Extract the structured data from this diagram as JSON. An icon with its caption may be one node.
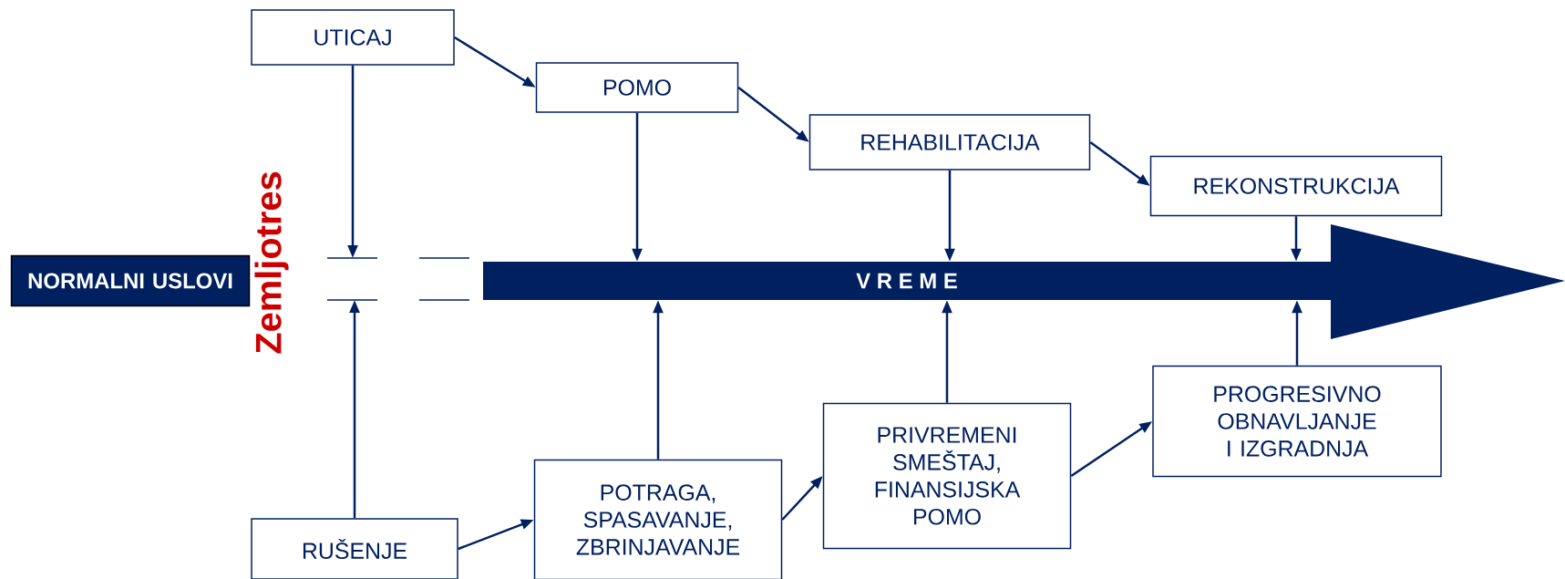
{
  "diagram": {
    "nodes": [
      {
        "text": [
          "UTICAJ"
        ]
      },
      {
        "text": [
          "POMO"
        ]
      },
      {
        "text": [
          "REHABILITACIJA"
        ]
      },
      {
        "text": [
          "REKONSTRUKCIJA"
        ]
      },
      {
        "text": [
          "NORMALNI USLOVI"
        ]
      },
      {
        "text": [
          "V R E M E"
        ]
      },
      {
        "text": [
          "RUŠENJE"
        ]
      },
      {
        "text": [
          "POTRAGA, SPASAVANJE, ZBRINJAVANJE"
        ]
      },
      {
        "text": [
          "PRIVREMENI SMEŠTAJ, FINANSIJSKA POMO"
        ]
      },
      {
        "text": [
          "PROGRESIVNO OBNAVLJANJE I IZGRADNJA"
        ]
      }
    ],
    "edges": [
      {
        "from": 0,
        "to": 1,
        "arrow": "to"
      },
      {
        "from": 1,
        "to": 2,
        "arrow": "to"
      },
      {
        "from": 2,
        "to": 3,
        "arrow": "to"
      },
      {
        "from": 1,
        "to": 5,
        "arrow": "to"
      },
      {
        "from": 2,
        "to": 5,
        "arrow": "to"
      },
      {
        "from": 3,
        "to": 5,
        "arrow": "to"
      },
      {
        "from": 6,
        "to": 7,
        "arrow": "to"
      },
      {
        "from": 7,
        "to": 8,
        "arrow": "to"
      },
      {
        "from": 8,
        "to": 9,
        "arrow": "to"
      },
      {
        "from": 7,
        "to": 5,
        "arrow": "to"
      },
      {
        "from": 8,
        "to": 5,
        "arrow": "to"
      },
      {
        "from": 9,
        "to": 5,
        "arrow": "to"
      },
      {
        "from": 0,
        "to": null,
        "arrow": "to"
      },
      {
        "from": 6,
        "to": null,
        "arrow": "to"
      }
    ],
    "labels": [
      "Zemljotres"
    ]
  }
}
